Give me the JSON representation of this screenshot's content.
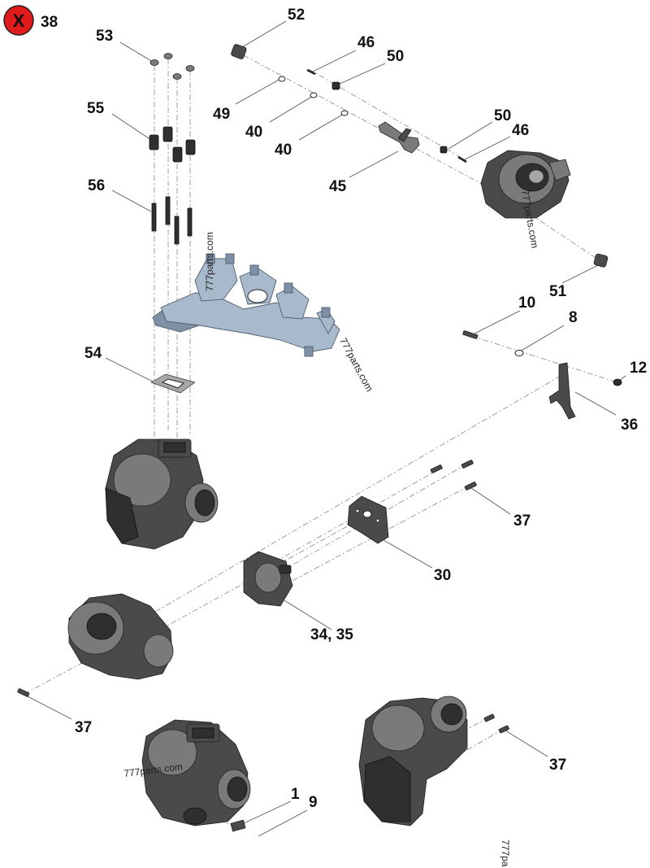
{
  "badge": {
    "symbol": "X",
    "number": "38",
    "color": "#e01b1b"
  },
  "callouts": {
    "c52": "52",
    "c53": "53",
    "c46a": "46",
    "c50a": "50",
    "c49": "49",
    "c40a": "40",
    "c40b": "40",
    "c55": "55",
    "c50b": "50",
    "c46b": "46",
    "c45": "45",
    "c56": "56",
    "c51": "51",
    "c10": "10",
    "c8": "8",
    "c54": "54",
    "c12": "12",
    "c36": "36",
    "c37a": "37",
    "c30": "30",
    "c3435": "34, 35",
    "c37b": "37",
    "c37c": "37",
    "c1": "1",
    "c9": "9"
  },
  "watermarks": {
    "w1": "777parts.com",
    "w2": "777parts.com",
    "w3": "777parts.com",
    "w4": "777parts.com",
    "w5": "777pa"
  },
  "colors": {
    "manifold": "#a9b9cc",
    "parts": "#4a4a4a",
    "badge": "#e01b1b"
  }
}
